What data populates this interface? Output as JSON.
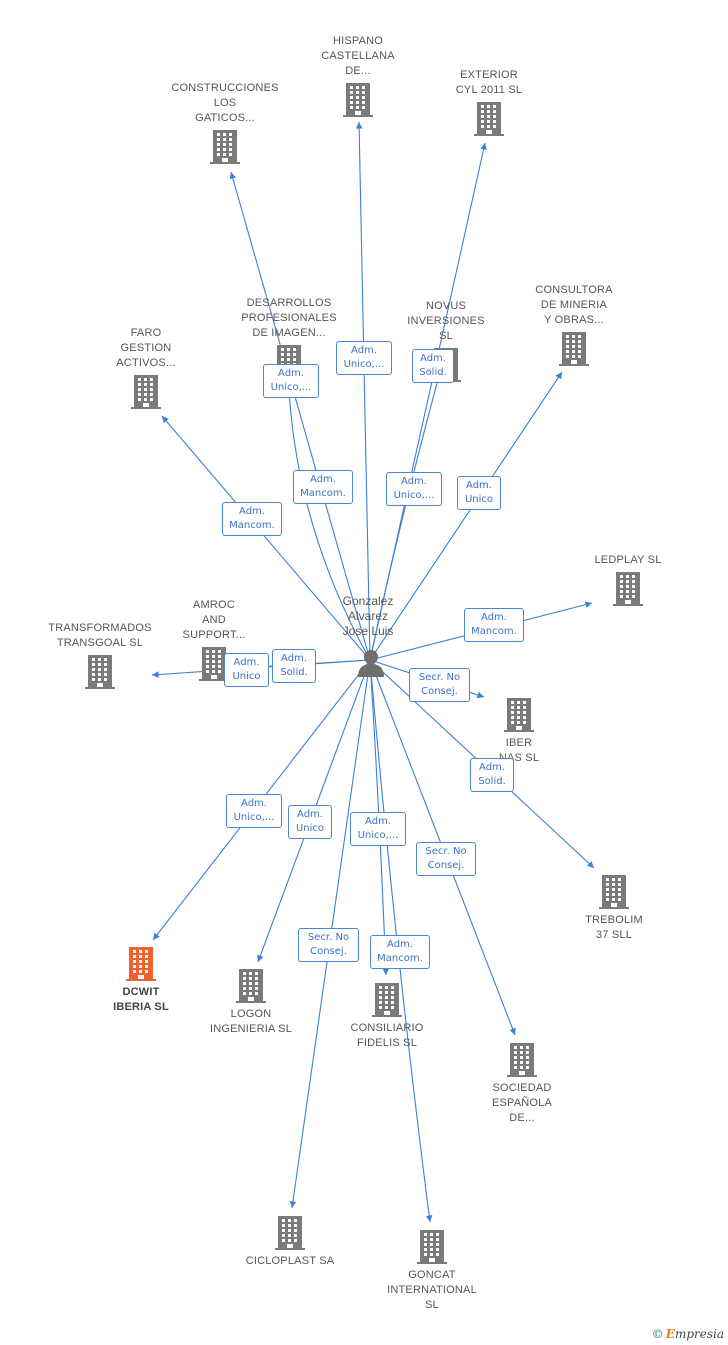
{
  "person": {
    "name": "Gonzalez\nAlvarez\nJose Luis"
  },
  "companies": [
    {
      "id": "hispano",
      "name": "HISPANO\nCASTELLANA\nDE...",
      "highlight": false
    },
    {
      "id": "exterior",
      "name": "EXTERIOR\nCYL 2011 SL",
      "highlight": false
    },
    {
      "id": "construcciones",
      "name": "CONSTRUCCIONES\nLOS\nGATICOS...",
      "highlight": false
    },
    {
      "id": "desarrollos",
      "name": "DESARROLLOS\nPROFESIONALES\nDE IMAGEN...",
      "highlight": false
    },
    {
      "id": "novus",
      "name": "NOVUS\nINVERSIONES\nSL",
      "highlight": false
    },
    {
      "id": "consultora",
      "name": "CONSULTORA\nDE MINERIA\nY OBRAS...",
      "highlight": false
    },
    {
      "id": "faro",
      "name": "FARO\nGESTION\nACTIVOS...",
      "highlight": false
    },
    {
      "id": "ledplay",
      "name": "LEDPLAY  SL",
      "highlight": false
    },
    {
      "id": "amroc",
      "name": "AMROC\nAND\nSUPPORT...",
      "highlight": false
    },
    {
      "id": "transformados",
      "name": "TRANSFORMADOS\nTRANSGOAL SL",
      "highlight": false
    },
    {
      "id": "iber",
      "name": "IBER\nNAS  SL",
      "highlight": false
    },
    {
      "id": "trebolim",
      "name": "TREBOLIM\n37  SLL",
      "highlight": false
    },
    {
      "id": "dcwit",
      "name": "DCWIT\nIBERIA  SL",
      "highlight": true
    },
    {
      "id": "logon",
      "name": "LOGON\nINGENIERIA SL",
      "highlight": false
    },
    {
      "id": "consiliario",
      "name": "CONSILIARIO\nFIDELIS  SL",
      "highlight": false
    },
    {
      "id": "sociedad",
      "name": "SOCIEDAD\nESPAÑOLA\nDE...",
      "highlight": false
    },
    {
      "id": "cicloplast",
      "name": "CICLOPLAST SA",
      "highlight": false
    },
    {
      "id": "goncat",
      "name": "GONCAT\nINTERNATIONAL\nSL",
      "highlight": false
    }
  ],
  "roles": [
    {
      "target": "construcciones",
      "label": "Adm.\nUnico,..."
    },
    {
      "target": "hispano",
      "label": "Adm.\nUnico,..."
    },
    {
      "target": "novus",
      "label": "Adm.\nSolid."
    },
    {
      "target": "desarrollos",
      "label": "Adm.\nMancom."
    },
    {
      "target": "exterior",
      "label": "Adm.\nUnico,..."
    },
    {
      "target": "consultora",
      "label": "Adm.\nUnico"
    },
    {
      "target": "faro",
      "label": "Adm.\nMancom."
    },
    {
      "target": "ledplay",
      "label": "Adm.\nMancom."
    },
    {
      "target": "transformados",
      "label": "Adm.\nUnico"
    },
    {
      "target": "amroc",
      "label": "Adm.\nSolid."
    },
    {
      "target": "iber",
      "label": "Secr.  No\nConsej."
    },
    {
      "target": "trebolim",
      "label": "Adm.\nSolid."
    },
    {
      "target": "dcwit",
      "label": "Adm.\nUnico,..."
    },
    {
      "target": "logon",
      "label": "Adm.\nUnico"
    },
    {
      "target": "consiliario",
      "label": "Adm.\nUnico,..."
    },
    {
      "target": "sociedad",
      "label": "Secr.  No\nConsej."
    },
    {
      "target": "cicloplast",
      "label": "Secr.  No\nConsej."
    },
    {
      "target": "goncat",
      "label": "Adm.\nMancom."
    }
  ],
  "colors": {
    "edge": "#3b7fd9",
    "building": "#7a7a7a",
    "building_highlight": "#f0622d",
    "person": "#6e6e6e"
  },
  "footer": {
    "copyright": "©",
    "brand_initial": "E",
    "brand_rest": "mpresia"
  }
}
